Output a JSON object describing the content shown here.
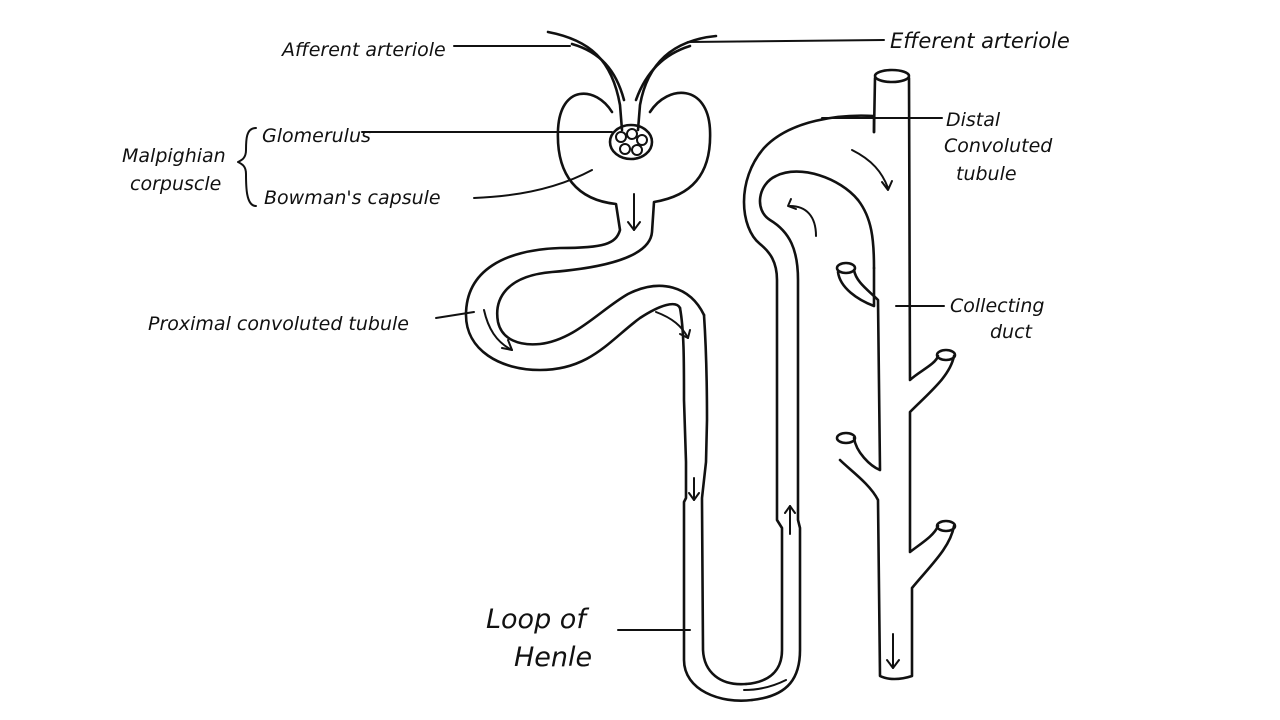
{
  "labels": {
    "afferent": "Afferent arteriole",
    "efferent": "Efferent arteriole",
    "malpighian_1": "Malpighian",
    "malpighian_2": "corpuscle",
    "glomerulus": "Glomerulus",
    "bowmans": "Bowman's capsule",
    "distal_1": "Distal",
    "distal_2": "Convoluted",
    "distal_3": "tubule",
    "proximal": "Proximal convoluted tubule",
    "collecting_1": "Collecting",
    "collecting_2": "duct",
    "loop_1": "Loop of",
    "loop_2": "Henle"
  },
  "colors": {
    "ink": "#111111",
    "background": "#ffffff"
  }
}
